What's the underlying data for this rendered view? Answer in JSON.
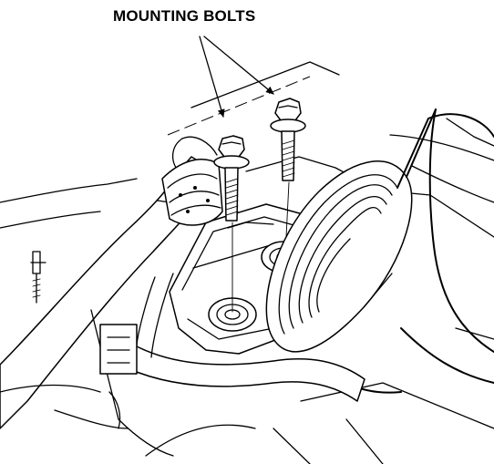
{
  "callout": {
    "label": "MOUNTING BOLTS"
  },
  "parts": {
    "bolts": [
      "mounting-bolt-left",
      "mounting-bolt-right"
    ],
    "icons": [
      "hose-icon",
      "pulley-icon",
      "bracket-icon",
      "bolt-icon",
      "clip-icon"
    ]
  }
}
